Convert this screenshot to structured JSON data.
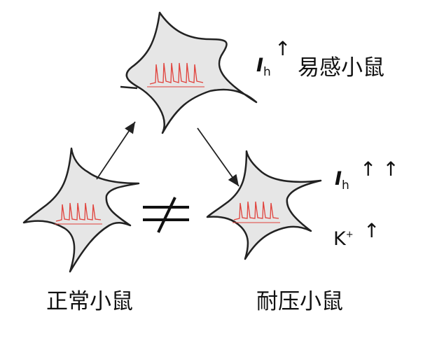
{
  "labels": {
    "susceptible": "易感小鼠",
    "normal": "正常小鼠",
    "resilient": "耐压小鼠"
  },
  "currents": {
    "ih_letter": "I",
    "ih_sub": "h",
    "k_letter": "K",
    "k_sup": "+",
    "up_one": "↑",
    "up_two": "↑ ↑"
  },
  "relation_symbol": "≠",
  "colors": {
    "cell_fill": "#e6e6e6",
    "cell_stroke": "#222222",
    "spike_color": "#e0403a",
    "arrow_color": "#222222"
  }
}
